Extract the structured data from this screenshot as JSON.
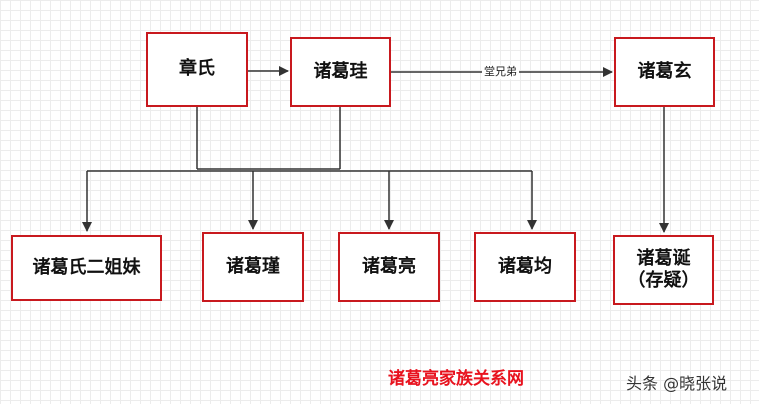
{
  "diagram": {
    "title": "诸葛亮家族关系网",
    "nodes": {
      "zhang": "章氏",
      "gui": "诸葛珪",
      "xuan": "诸葛玄",
      "sisters": "诸葛氏二姐妹",
      "jin": "诸葛瑾",
      "liang": "诸葛亮",
      "jun": "诸葛均",
      "dan_line1": "诸葛诞",
      "dan_line2": "（存疑）"
    },
    "edge_labels": {
      "gui_xuan": "堂兄弟"
    },
    "colors": {
      "node_border": "#c8191e",
      "caption": "#e8121e",
      "line": "#333333"
    }
  },
  "watermark": "头条 @晓张说"
}
